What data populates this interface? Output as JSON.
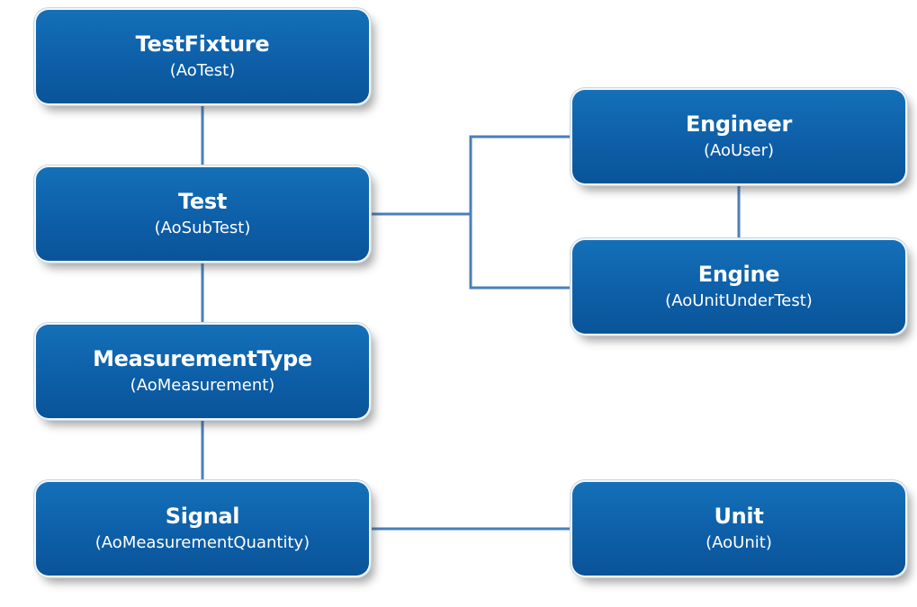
{
  "nodes": {
    "testfixture": {
      "title": "TestFixture",
      "base": "(AoTest)"
    },
    "test": {
      "title": "Test",
      "base": "(AoSubTest)"
    },
    "measurementtype": {
      "title": "MeasurementType",
      "base": "(AoMeasurement)"
    },
    "signal": {
      "title": "Signal",
      "base": "(AoMeasurementQuantity)"
    },
    "engineer": {
      "title": "Engineer",
      "base": "(AoUser)"
    },
    "engine": {
      "title": "Engine",
      "base": "(AoUnitUnderTest)"
    },
    "unit": {
      "title": "Unit",
      "base": "(AoUnit)"
    }
  },
  "colors": {
    "node_fill": "#0d5fa8",
    "connector": "#4a7fba",
    "text": "#ffffff"
  }
}
